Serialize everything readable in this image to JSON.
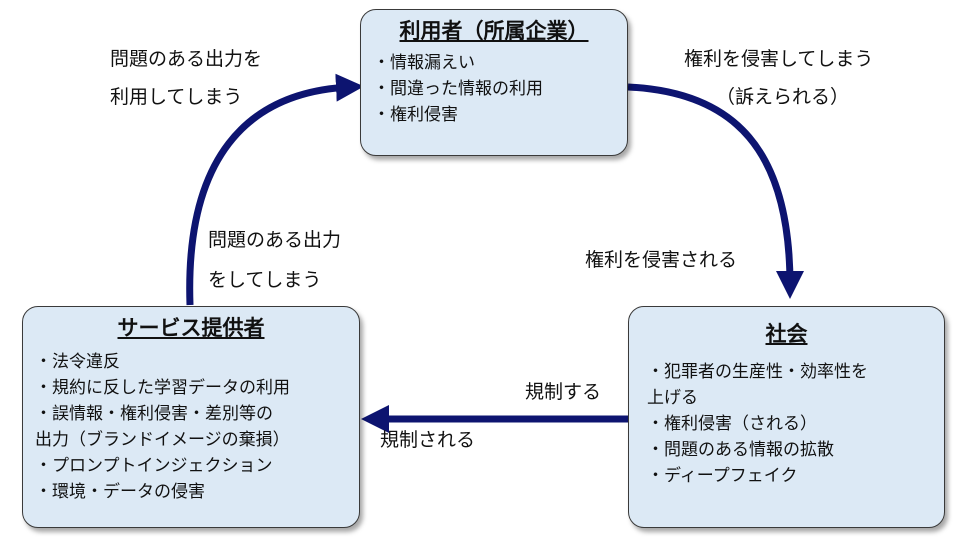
{
  "user_box": {
    "title": "利用者（所属企業）",
    "items": [
      "・情報漏えい",
      "・間違った情報の利用",
      "・権利侵害"
    ]
  },
  "provider_box": {
    "title": "サービス提供者",
    "items": [
      "・法令違反",
      "・規約に反した学習データの利用",
      "・誤情報・権利侵害・差別等の",
      "出力（ブランドイメージの棄損）",
      "・プロンプトインジェクション",
      "・環境・データの侵害"
    ]
  },
  "society_box": {
    "title": "社会",
    "items": [
      "・犯罪者の生産性・効率性を",
      "上げる",
      "・権利侵害（される）",
      "・問題のある情報の拡散",
      "・ディープフェイク"
    ]
  },
  "labels": {
    "use_problem_line1": "問題のある出力を",
    "use_problem_line2": "利用してしまう",
    "output_problem_line1": "問題のある出力",
    "output_problem_line2": "をしてしまう",
    "infringe_line1": "権利を侵害してしまう",
    "infringe_line2": "（訴えられる）",
    "infringed": "権利を侵害される",
    "regulate": "規制する",
    "regulated": "規制される"
  },
  "colors": {
    "arrow": "#0d1470",
    "box_fill": "#dce9f5"
  }
}
